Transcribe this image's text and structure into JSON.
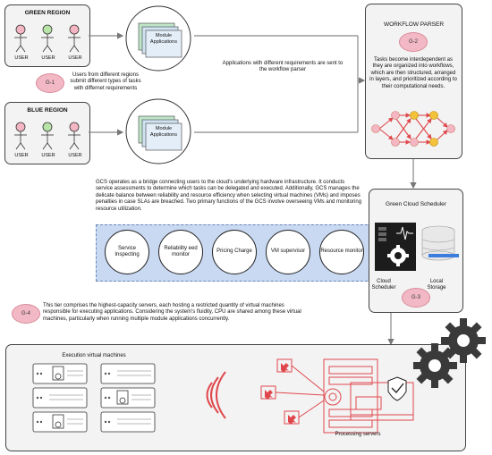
{
  "regions": {
    "green": {
      "title": "GREEN REGION",
      "users": [
        "USER",
        "USER",
        "USER"
      ],
      "user_colors": [
        "#f4b6c2",
        "#b9e4a8",
        "#f4b6c2"
      ]
    },
    "blue": {
      "title": "BLUE REGION",
      "users": [
        "USER",
        "USER",
        "USER"
      ],
      "user_colors": [
        "#f4b6c2",
        "#b9e4a8",
        "#f4b6c2"
      ]
    }
  },
  "module_apps": {
    "label": "Module Applications"
  },
  "g1": {
    "badge": "G-1",
    "text": "Users from different regions submit different types of tasks with differnet requirements"
  },
  "arrow_note": "Applications with different requirements are sent to the workflow parser",
  "workflow_parser": {
    "title": "WORKFLOW PARSER",
    "badge": "G-2",
    "text": "Tasks become interdependent as they are organized into workflows, which are then structured, arranged in layers, and prioritized according to their computational needs."
  },
  "gcs_note": "GCS operates as a bridge connecting users to the cloud's underlying hardware infrastructure. It conducts service assessments to determine which tasks can be delegated and executed. Additionally, GCS manages the delicate balance between reliability and resource efficiency when selecting virtual machines (VMs) and imposes penalties in case SLAs are breached. Two primary functions of the GCS involve overseeing VMs and monitoring resource utilization.",
  "gcs_services": [
    "Service Inspecting",
    "Reliability eed monitor",
    "Pricing Charge",
    "VM supervisor",
    "Resource monitor"
  ],
  "green_cloud_scheduler": {
    "title": "Green Cloud Scheduler",
    "cloud_scheduler": "Cloud Scheduler",
    "local_storage": "Local Storage",
    "badge": "G-3"
  },
  "g4": {
    "badge": "G-4",
    "text": "This tier comprises the highest-capacity servers, each hosting a restricted quantity of virtual machines responsible for executing applications. Considering the system's fluidity, CPU are shared among these virtual machines, particularly when running multiple module applications concurrently."
  },
  "execution": {
    "title": "Execution virtual machines",
    "processing_label": "Processing servers"
  },
  "colors": {
    "badge_pink": "#f2b9c4",
    "service_band": "#c9d9f2",
    "server_red": "#e0474c",
    "node_gold": "#f3c23a"
  }
}
